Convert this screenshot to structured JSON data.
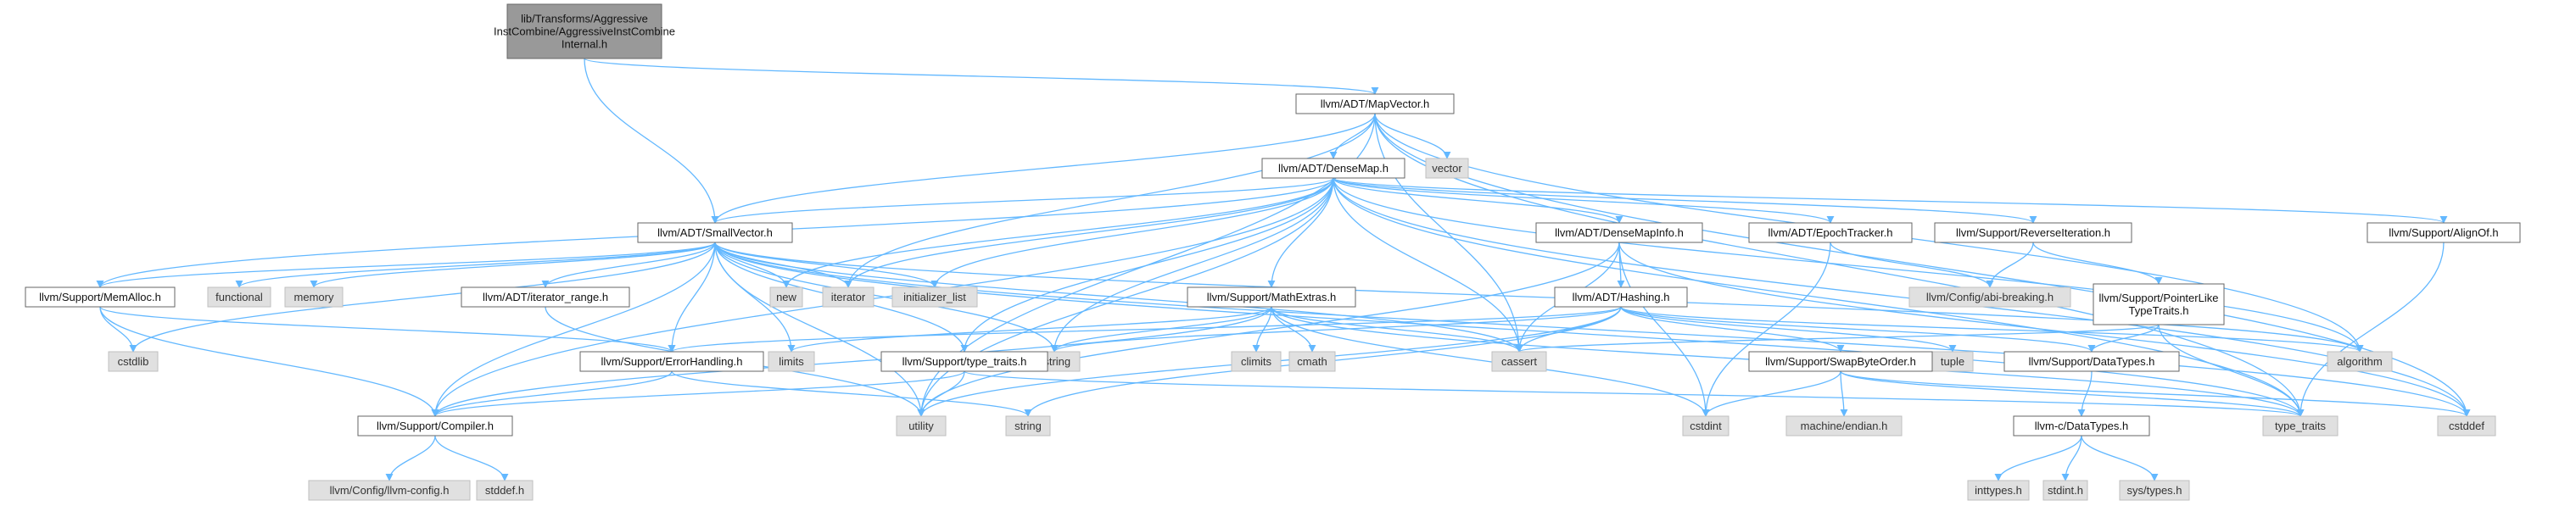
{
  "colors": {
    "edge": "#63b8ff",
    "node_border": "#666666",
    "system_fill": "#e0e0e0",
    "root_fill": "#999999"
  },
  "nodes": [
    {
      "id": "root",
      "kind": "root",
      "label": [
        "lib/Transforms/Aggressive",
        "InstCombine/AggressiveInstCombine",
        "Internal.h"
      ]
    },
    {
      "id": "mapvector",
      "kind": "user",
      "label": [
        "llvm/ADT/MapVector.h"
      ]
    },
    {
      "id": "vector",
      "kind": "sys",
      "label": [
        "vector"
      ]
    },
    {
      "id": "densemap",
      "kind": "user",
      "label": [
        "llvm/ADT/DenseMap.h"
      ]
    },
    {
      "id": "smallvector",
      "kind": "user",
      "label": [
        "llvm/ADT/SmallVector.h"
      ]
    },
    {
      "id": "densemapinfo",
      "kind": "user",
      "label": [
        "llvm/ADT/DenseMapInfo.h"
      ]
    },
    {
      "id": "epochtracker",
      "kind": "user",
      "label": [
        "llvm/ADT/EpochTracker.h"
      ]
    },
    {
      "id": "reverseiteration",
      "kind": "user",
      "label": [
        "llvm/Support/ReverseIteration.h"
      ]
    },
    {
      "id": "alignof",
      "kind": "user",
      "label": [
        "llvm/Support/AlignOf.h"
      ]
    },
    {
      "id": "memalloc",
      "kind": "user",
      "label": [
        "llvm/Support/MemAlloc.h"
      ]
    },
    {
      "id": "functional",
      "kind": "sys",
      "label": [
        "functional"
      ]
    },
    {
      "id": "memory",
      "kind": "sys",
      "label": [
        "memory"
      ]
    },
    {
      "id": "iteratorrange",
      "kind": "user",
      "label": [
        "llvm/ADT/iterator_range.h"
      ]
    },
    {
      "id": "new",
      "kind": "sys",
      "label": [
        "new"
      ]
    },
    {
      "id": "iterator",
      "kind": "sys",
      "label": [
        "iterator"
      ]
    },
    {
      "id": "initlist",
      "kind": "sys",
      "label": [
        "initializer_list"
      ]
    },
    {
      "id": "mathextras",
      "kind": "user",
      "label": [
        "llvm/Support/MathExtras.h"
      ]
    },
    {
      "id": "hashing",
      "kind": "user",
      "label": [
        "llvm/ADT/Hashing.h"
      ]
    },
    {
      "id": "abibreaking",
      "kind": "sys",
      "label": [
        "llvm/Config/abi-breaking.h"
      ]
    },
    {
      "id": "pointerlike",
      "kind": "user",
      "label": [
        "llvm/Support/PointerLike",
        "TypeTraits.h"
      ]
    },
    {
      "id": "cstdlib",
      "kind": "sys",
      "label": [
        "cstdlib"
      ]
    },
    {
      "id": "errorhandling",
      "kind": "user",
      "label": [
        "llvm/Support/ErrorHandling.h"
      ]
    },
    {
      "id": "limits",
      "kind": "sys",
      "label": [
        "limits"
      ]
    },
    {
      "id": "cstring",
      "kind": "sys",
      "label": [
        "cstring"
      ]
    },
    {
      "id": "typetraitsh",
      "kind": "user",
      "label": [
        "llvm/Support/type_traits.h"
      ]
    },
    {
      "id": "climits",
      "kind": "sys",
      "label": [
        "climits"
      ]
    },
    {
      "id": "cmath",
      "kind": "sys",
      "label": [
        "cmath"
      ]
    },
    {
      "id": "cassert",
      "kind": "sys",
      "label": [
        "cassert"
      ]
    },
    {
      "id": "tuple",
      "kind": "sys",
      "label": [
        "tuple"
      ]
    },
    {
      "id": "swapbyteorder",
      "kind": "user",
      "label": [
        "llvm/Support/SwapByteOrder.h"
      ]
    },
    {
      "id": "datatypes",
      "kind": "user",
      "label": [
        "llvm/Support/DataTypes.h"
      ]
    },
    {
      "id": "algorithm",
      "kind": "sys",
      "label": [
        "algorithm"
      ]
    },
    {
      "id": "compiler",
      "kind": "user",
      "label": [
        "llvm/Support/Compiler.h"
      ]
    },
    {
      "id": "utility",
      "kind": "sys",
      "label": [
        "utility"
      ]
    },
    {
      "id": "string",
      "kind": "sys",
      "label": [
        "string"
      ]
    },
    {
      "id": "cstdint",
      "kind": "sys",
      "label": [
        "cstdint"
      ]
    },
    {
      "id": "machineendian",
      "kind": "sys",
      "label": [
        "machine/endian.h"
      ]
    },
    {
      "id": "cdatatypes",
      "kind": "user",
      "label": [
        "llvm-c/DataTypes.h"
      ]
    },
    {
      "id": "typetraits",
      "kind": "sys",
      "label": [
        "type_traits"
      ]
    },
    {
      "id": "cstddef",
      "kind": "sys",
      "label": [
        "cstddef"
      ]
    },
    {
      "id": "llvmconfig",
      "kind": "sys",
      "label": [
        "llvm/Config/llvm-config.h"
      ]
    },
    {
      "id": "stddef",
      "kind": "sys",
      "label": [
        "stddef.h"
      ]
    },
    {
      "id": "inttypes",
      "kind": "sys",
      "label": [
        "inttypes.h"
      ]
    },
    {
      "id": "stdint",
      "kind": "sys",
      "label": [
        "stdint.h"
      ]
    },
    {
      "id": "systypes",
      "kind": "sys",
      "label": [
        "sys/types.h"
      ]
    }
  ],
  "edges": [
    [
      "root",
      "mapvector"
    ],
    [
      "root",
      "smallvector"
    ],
    [
      "mapvector",
      "vector"
    ],
    [
      "mapvector",
      "densemap"
    ],
    [
      "mapvector",
      "smallvector"
    ],
    [
      "mapvector",
      "cassert"
    ],
    [
      "mapvector",
      "iterator"
    ],
    [
      "mapvector",
      "utility"
    ],
    [
      "mapvector",
      "typetraits"
    ],
    [
      "mapvector",
      "cstddef"
    ],
    [
      "mapvector",
      "algorithm"
    ],
    [
      "densemap",
      "smallvector"
    ],
    [
      "densemap",
      "densemapinfo"
    ],
    [
      "densemap",
      "epochtracker"
    ],
    [
      "densemap",
      "reverseiteration"
    ],
    [
      "densemap",
      "alignof"
    ],
    [
      "densemap",
      "memalloc"
    ],
    [
      "densemap",
      "new"
    ],
    [
      "densemap",
      "iterator"
    ],
    [
      "densemap",
      "initlist"
    ],
    [
      "densemap",
      "mathextras"
    ],
    [
      "densemap",
      "cassert"
    ],
    [
      "densemap",
      "cstring"
    ],
    [
      "densemap",
      "typetraitsh"
    ],
    [
      "densemap",
      "compiler"
    ],
    [
      "densemap",
      "utility"
    ],
    [
      "densemap",
      "typetraits"
    ],
    [
      "densemap",
      "cstddef"
    ],
    [
      "densemap",
      "algorithm"
    ],
    [
      "smallvector",
      "memalloc"
    ],
    [
      "smallvector",
      "functional"
    ],
    [
      "smallvector",
      "memory"
    ],
    [
      "smallvector",
      "iteratorrange"
    ],
    [
      "smallvector",
      "new"
    ],
    [
      "smallvector",
      "iterator"
    ],
    [
      "smallvector",
      "initlist"
    ],
    [
      "smallvector",
      "cstdlib"
    ],
    [
      "smallvector",
      "errorhandling"
    ],
    [
      "smallvector",
      "limits"
    ],
    [
      "smallvector",
      "cstring"
    ],
    [
      "smallvector",
      "typetraitsh"
    ],
    [
      "smallvector",
      "cassert"
    ],
    [
      "smallvector",
      "algorithm"
    ],
    [
      "smallvector",
      "compiler"
    ],
    [
      "smallvector",
      "utility"
    ],
    [
      "smallvector",
      "typetraits"
    ],
    [
      "smallvector",
      "cstddef"
    ],
    [
      "densemapinfo",
      "hashing"
    ],
    [
      "densemapinfo",
      "cassert"
    ],
    [
      "densemapinfo",
      "cstdint"
    ],
    [
      "densemapinfo",
      "utility"
    ],
    [
      "densemapinfo",
      "cstddef"
    ],
    [
      "epochtracker",
      "abibreaking"
    ],
    [
      "epochtracker",
      "cstdint"
    ],
    [
      "reverseiteration",
      "abibreaking"
    ],
    [
      "reverseiteration",
      "pointerlike"
    ],
    [
      "alignof",
      "typetraits"
    ],
    [
      "memalloc",
      "cstdlib"
    ],
    [
      "memalloc",
      "errorhandling"
    ],
    [
      "memalloc",
      "compiler"
    ],
    [
      "iteratorrange",
      "utility"
    ],
    [
      "mathextras",
      "climits"
    ],
    [
      "mathextras",
      "cmath"
    ],
    [
      "mathextras",
      "cassert"
    ],
    [
      "mathextras",
      "cstring"
    ],
    [
      "mathextras",
      "limits"
    ],
    [
      "mathextras",
      "compiler"
    ],
    [
      "mathextras",
      "cstdint"
    ],
    [
      "mathextras",
      "typetraits"
    ],
    [
      "hashing",
      "errorhandling"
    ],
    [
      "hashing",
      "swapbyteorder"
    ],
    [
      "hashing",
      "datatypes"
    ],
    [
      "hashing",
      "tuple"
    ],
    [
      "hashing",
      "algorithm"
    ],
    [
      "hashing",
      "cassert"
    ],
    [
      "hashing",
      "cstring"
    ],
    [
      "hashing",
      "string"
    ],
    [
      "hashing",
      "utility"
    ],
    [
      "pointerlike",
      "datatypes"
    ],
    [
      "pointerlike",
      "cassert"
    ],
    [
      "pointerlike",
      "typetraits"
    ],
    [
      "errorhandling",
      "compiler"
    ],
    [
      "errorhandling",
      "string"
    ],
    [
      "typetraitsh",
      "compiler"
    ],
    [
      "typetraitsh",
      "utility"
    ],
    [
      "typetraitsh",
      "typetraits"
    ],
    [
      "swapbyteorder",
      "cstdint"
    ],
    [
      "swapbyteorder",
      "machineendian"
    ],
    [
      "swapbyteorder",
      "typetraits"
    ],
    [
      "swapbyteorder",
      "cstddef"
    ],
    [
      "datatypes",
      "cdatatypes"
    ],
    [
      "cdatatypes",
      "inttypes"
    ],
    [
      "cdatatypes",
      "stdint"
    ],
    [
      "cdatatypes",
      "systypes"
    ],
    [
      "compiler",
      "llvmconfig"
    ],
    [
      "compiler",
      "stddef"
    ]
  ]
}
